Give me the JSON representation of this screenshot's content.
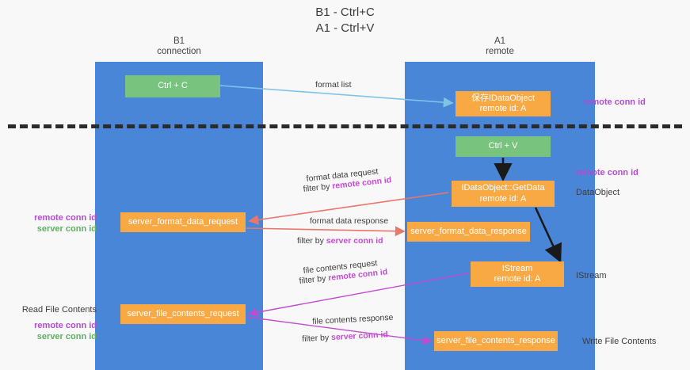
{
  "title": "B1 - Ctrl+C\nA1 - Ctrl+V",
  "lanes": [
    {
      "name": "b1",
      "header": "B1\nconnection",
      "color": "#4a86d8"
    },
    {
      "name": "a1",
      "header": "A1\nremote",
      "color": "#4a86d8"
    }
  ],
  "colors": {
    "lane": "#4a86d8",
    "node_green": "#78c47e",
    "node_orange": "#f9a944",
    "purple_text": "#b14bd0",
    "green_text": "#5fae63",
    "arrow_blue": "#7fc4e8",
    "arrow_red": "#e8776a",
    "arrow_magenta": "#c24bd0",
    "arrow_black": "#1a1a1a",
    "divider": "#2b2b2b",
    "background": "#f8f8f8"
  },
  "nodes": {
    "ctrl_c": "Ctrl + C",
    "data_object": "保存IDataObject\nremote id: A",
    "ctrl_v": "Ctrl + V",
    "get_data": "IDataObject::GetData\nremote id: A",
    "server_format_data_request": "server_format_data_request",
    "server_format_data_response": "server_format_data_response",
    "istream": "IStream\nremote id: A",
    "server_file_contents_request": "server_file_contents_request",
    "server_file_contents_response": "server_file_contents_response"
  },
  "flow_labels": {
    "format_list": "format list",
    "format_data_request": "format data request",
    "format_data_request_filter_prefix": "filter by ",
    "format_data_request_filter_key": "remote conn id",
    "format_data_response": "format data response",
    "format_data_response_filter_prefix": "filter by ",
    "format_data_response_filter_key": "server conn id",
    "file_contents_request": "file contents request",
    "file_contents_request_filter_prefix": "filter by ",
    "file_contents_request_filter_key": "remote conn id",
    "file_contents_response": "file contents response",
    "file_contents_response_filter_prefix": "filter by ",
    "file_contents_response_filter_key": "server conn id"
  },
  "annotations": {
    "right_remote_conn_id_1": "remote conn id",
    "right_remote_conn_id_2": "remote conn id",
    "right_data_object": "DataObject",
    "right_istream": "IStream",
    "right_write_file_contents": "Write File Contents",
    "left_remote_conn_id": "remote conn id",
    "left_server_conn_id": "server conn id",
    "left_read_file_contents": "Read File Contents",
    "left_remote_conn_id_2": "remote conn id",
    "left_server_conn_id_2": "server conn id"
  }
}
